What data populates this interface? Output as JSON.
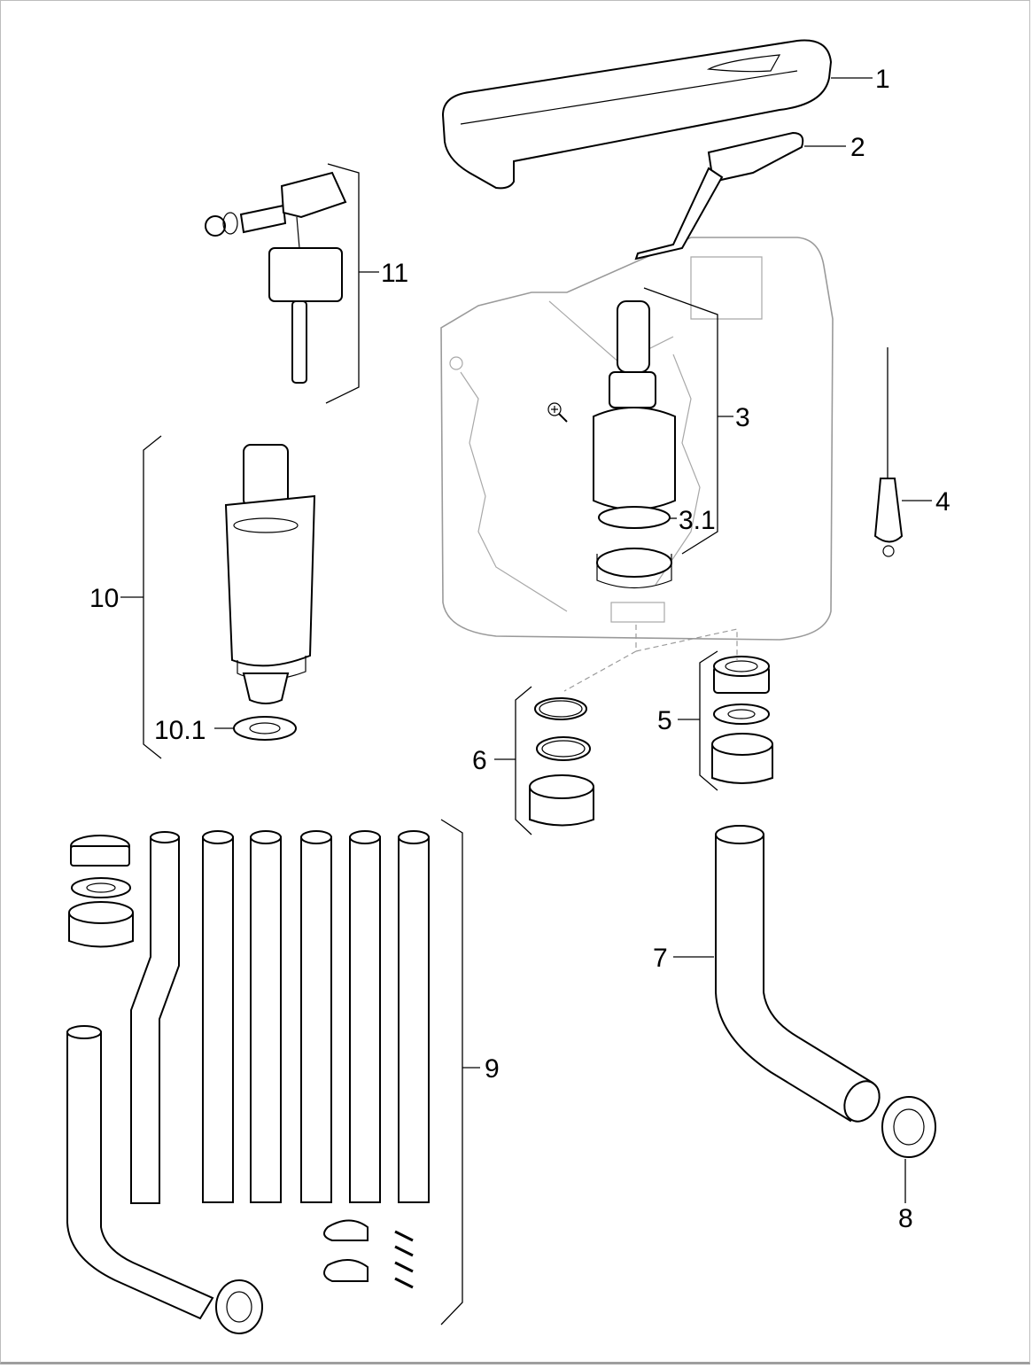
{
  "labels": {
    "l1": "1",
    "l2": "2",
    "l3": "3",
    "l31": "3.1",
    "l4": "4",
    "l5": "5",
    "l6": "6",
    "l7": "7",
    "l8": "8",
    "l9": "9",
    "l10": "10",
    "l101": "10.1",
    "l11": "11"
  },
  "icons": {
    "zoom": "zoom-in-icon"
  }
}
